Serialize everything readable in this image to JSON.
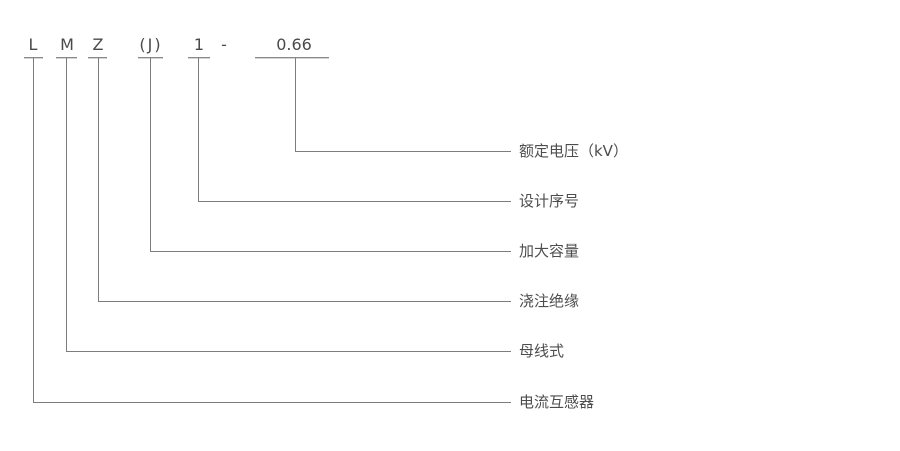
{
  "diagram": {
    "title": "model-designation-diagram",
    "model_code": {
      "parts": [
        {
          "text": "L"
        },
        {
          "text": "M"
        },
        {
          "text": "Z"
        },
        {
          "text": "(J)"
        },
        {
          "text": "1"
        },
        {
          "text": "-"
        },
        {
          "text": "0.66"
        }
      ]
    },
    "designations": [
      {
        "code": "0.66",
        "label": "额定电压（kV）"
      },
      {
        "code": "1",
        "label": "设计序号"
      },
      {
        "code": "(J)",
        "label": "加大容量"
      },
      {
        "code": "Z",
        "label": "浇注绝缘"
      },
      {
        "code": "M",
        "label": "母线式"
      },
      {
        "code": "L",
        "label": "电流互感器"
      }
    ],
    "colors": {
      "line": "#7d7d7d",
      "text": "#4d4d4d",
      "background": "#ffffff"
    }
  }
}
